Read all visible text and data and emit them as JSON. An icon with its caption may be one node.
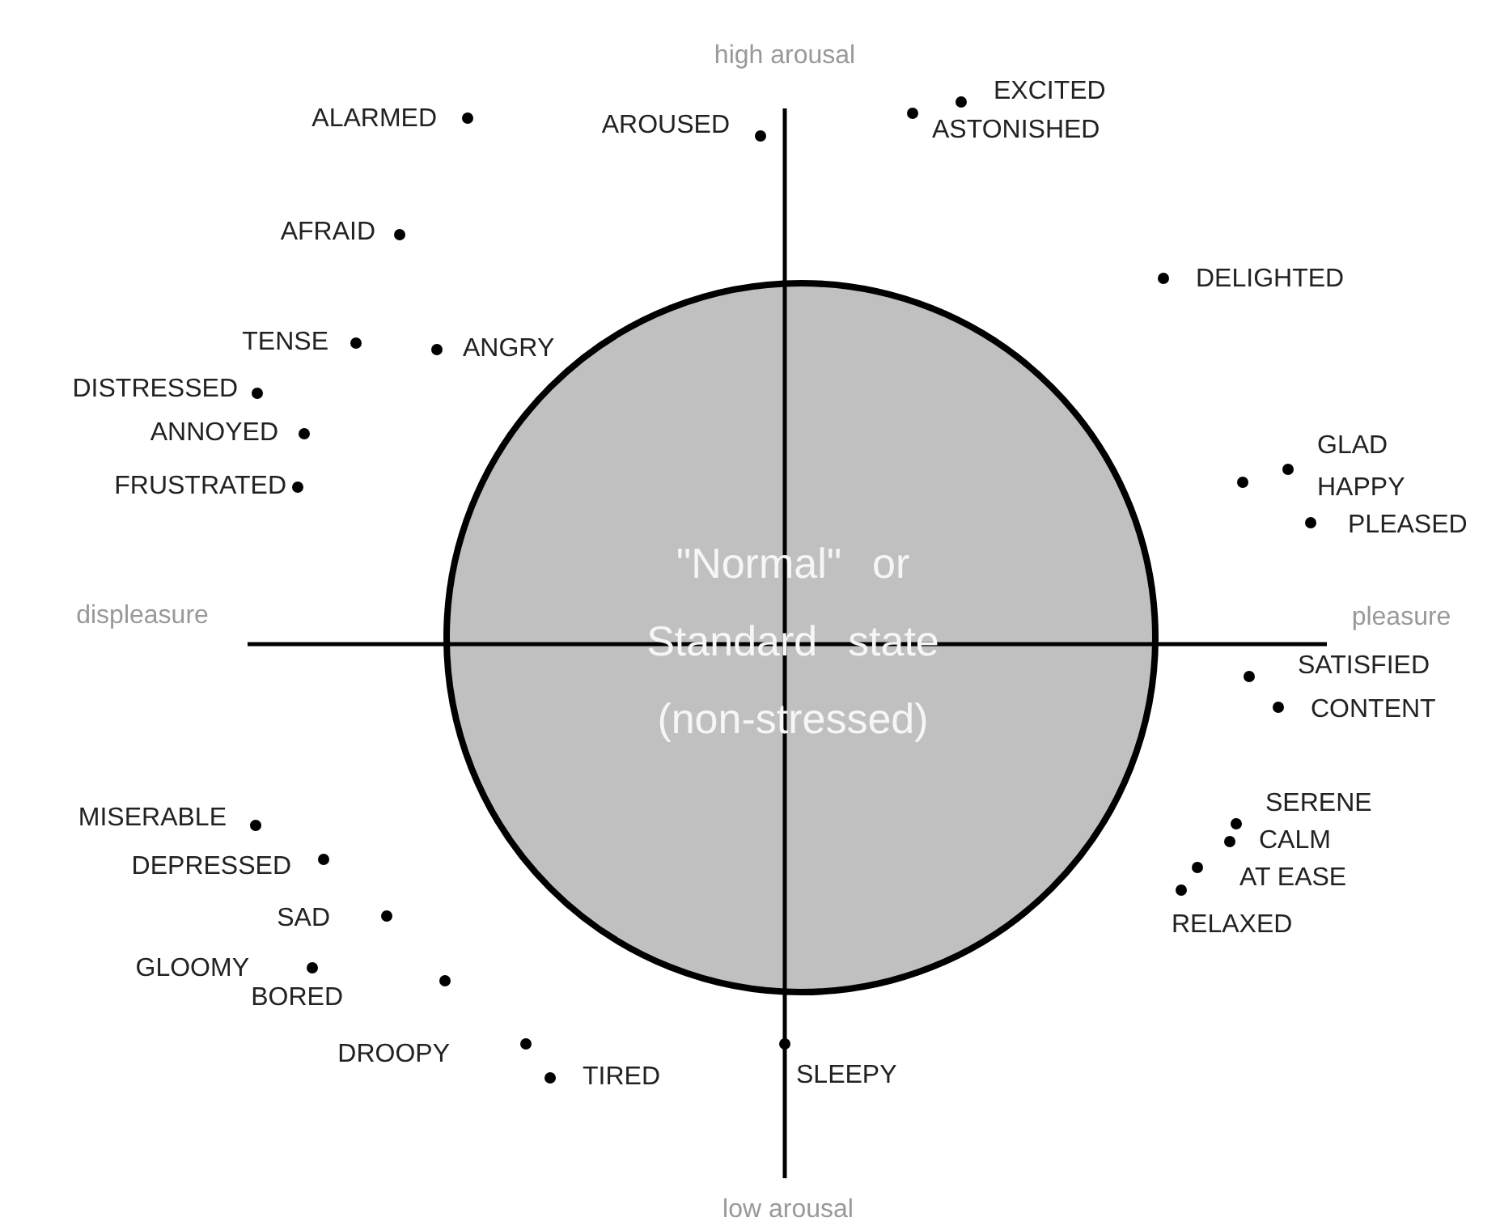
{
  "diagram": {
    "nodes": [
      {
        "text": [
          "\"Normal\" or Standard state (non-stressed)"
        ]
      }
    ],
    "labels": [
      "high arousal",
      "ALARMED",
      "AROUSED",
      "EXCITED",
      "ASTONISHED",
      "AFRAID",
      "DELIGHTED",
      "TENSE",
      "ANGRY",
      "DISTRESSED",
      "ANNOYED",
      "GLAD",
      "FRUSTRATED",
      "HAPPY",
      "PLEASED",
      "displeasure",
      "pleasure",
      "SATISFIED",
      "CONTENT",
      "SERENE",
      "MISERABLE",
      "CALM",
      "DEPRESSED",
      "AT EASE",
      "SAD",
      "RELAXED",
      "GLOOMY",
      "BORED",
      "DROOPY",
      "TIRED",
      "SLEEPY",
      "low arousal"
    ]
  }
}
